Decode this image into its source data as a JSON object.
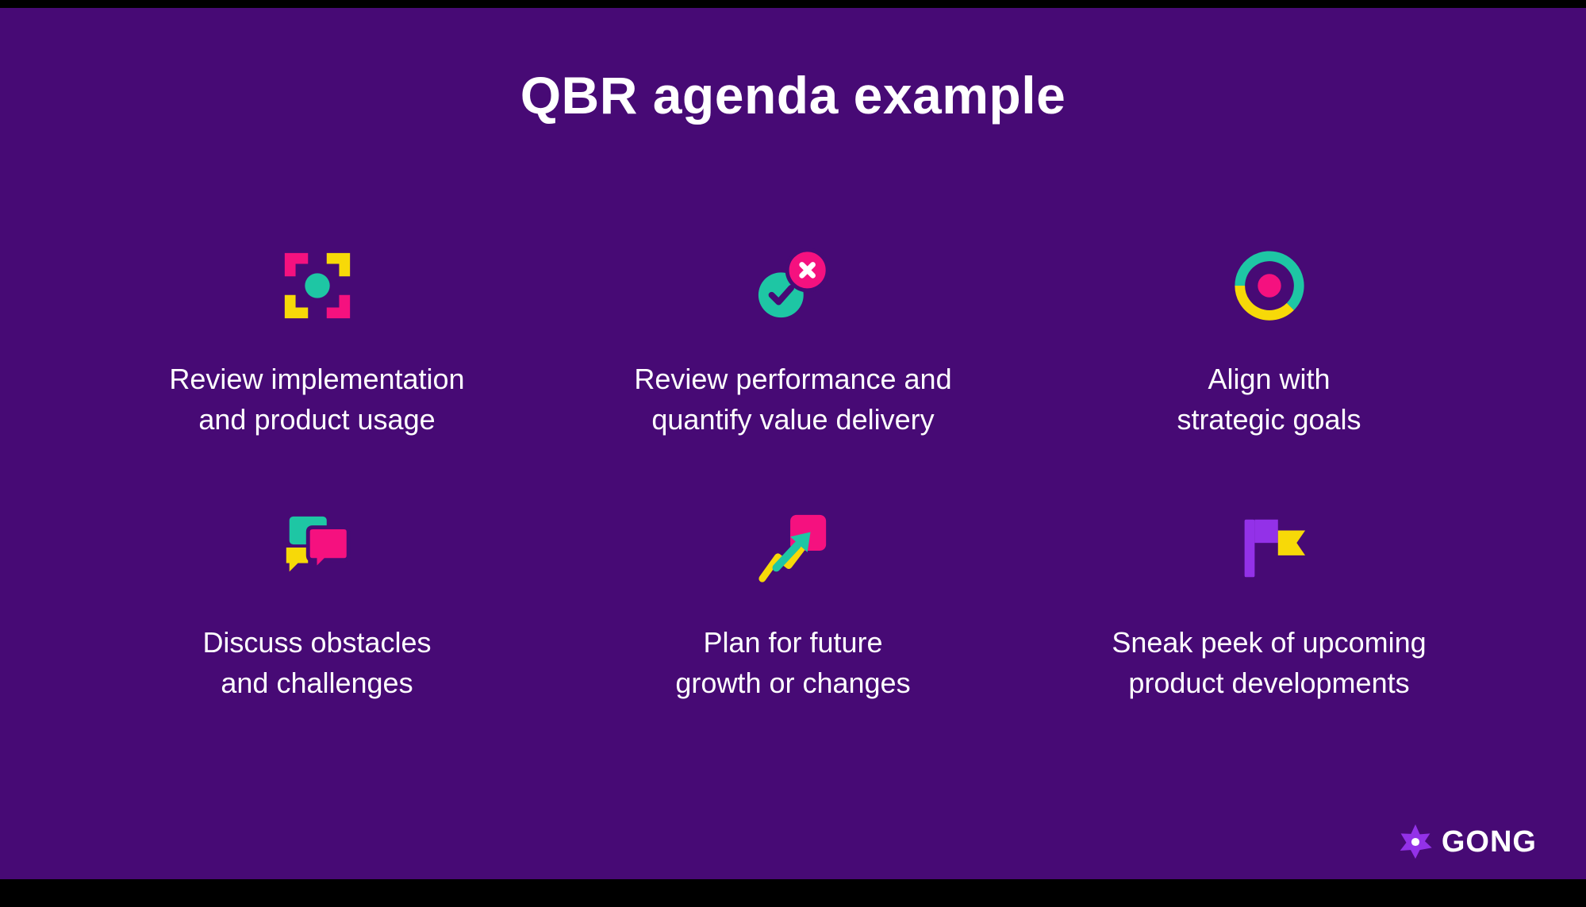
{
  "page": {
    "title": "QBR agenda example"
  },
  "agenda_items": [
    {
      "icon": "focus-icon",
      "line1": "Review implementation",
      "line2": "and product usage"
    },
    {
      "icon": "performance-check-icon",
      "line1": "Review performance and",
      "line2": "quantify value delivery"
    },
    {
      "icon": "target-icon",
      "line1": "Align with",
      "line2": "strategic goals"
    },
    {
      "icon": "chat-bubbles-icon",
      "line1": "Discuss obstacles",
      "line2": "and challenges"
    },
    {
      "icon": "growth-arrow-icon",
      "line1": "Plan for future",
      "line2": "growth or changes"
    },
    {
      "icon": "flag-icon",
      "line1": "Sneak peek of upcoming",
      "line2": "product developments"
    }
  ],
  "logo": {
    "text": "GONG"
  },
  "colors": {
    "background": "#470A75",
    "teal": "#1EC6A4",
    "pink": "#F5117F",
    "yellow": "#F7D908",
    "violet": "#9331E8",
    "text": "#FFFFFF",
    "letterbox": "#000000"
  }
}
